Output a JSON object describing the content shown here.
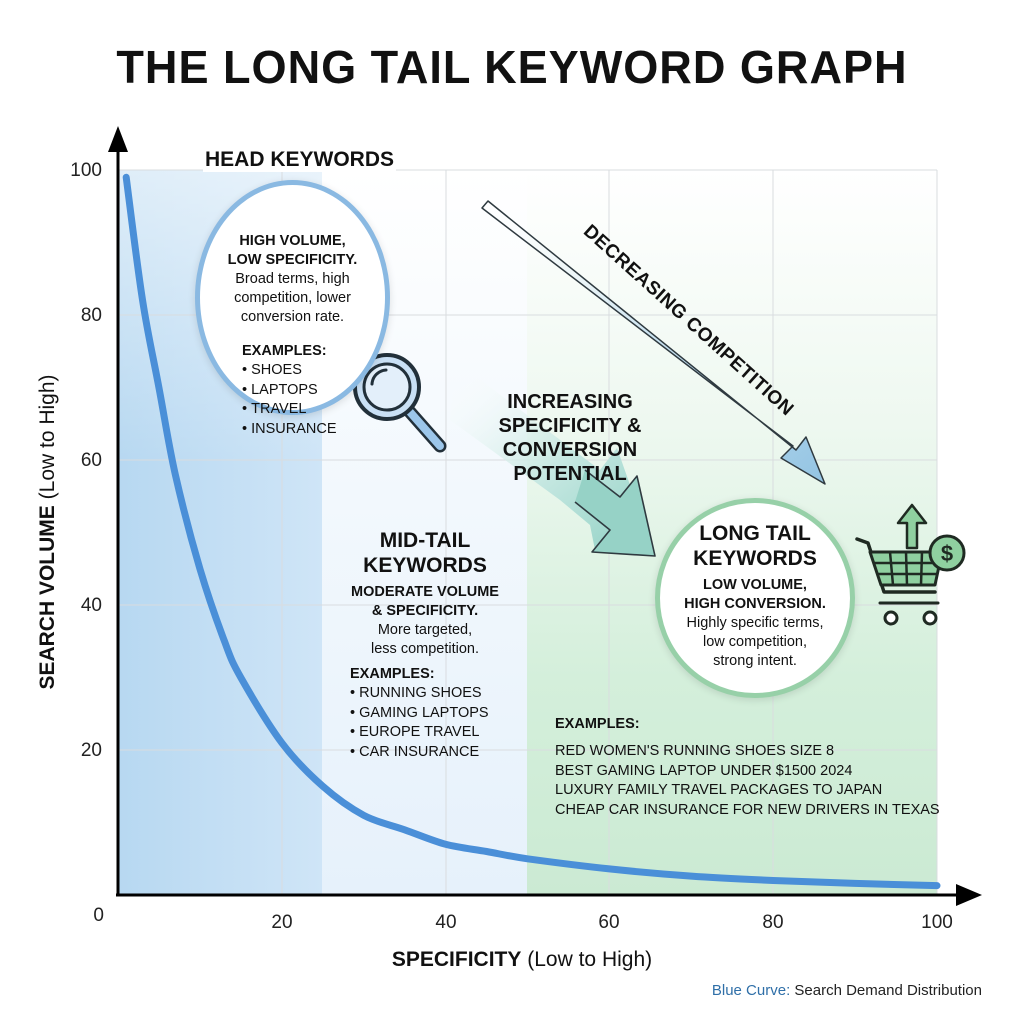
{
  "title": "THE LONG TAIL KEYWORD GRAPH",
  "axes": {
    "y_label_bold": "SEARCH VOLUME",
    "y_label_normal": " (Low to High)",
    "x_label_bold": "SPECIFICITY",
    "x_label_normal": " (Low to High)",
    "y_ticks": [
      "100",
      "80",
      "60",
      "40",
      "20",
      "0"
    ],
    "x_ticks": [
      "20",
      "40",
      "60",
      "80",
      "100"
    ]
  },
  "regions": {
    "head": {
      "title": "HEAD KEYWORDS",
      "headline_1": "HIGH VOLUME,",
      "headline_2": "LOW SPECIFICITY.",
      "desc_1": "Broad terms, high",
      "desc_2": "competition, lower",
      "desc_3": "conversion rate.",
      "examples_label": "EXAMPLES:",
      "examples": [
        "SHOES",
        "LAPTOPS",
        "TRAVEL",
        "INSURANCE"
      ],
      "color": "#bcdcf3"
    },
    "mid": {
      "title_1": "MID-TAIL",
      "title_2": "KEYWORDS",
      "headline_1": "MODERATE VOLUME",
      "headline_2": "& SPECIFICITY.",
      "desc_1": "More targeted,",
      "desc_2": "less competition.",
      "examples_label": "EXAMPLES:",
      "examples": [
        "RUNNING SHOES",
        "GAMING LAPTOPS",
        "EUROPE TRAVEL",
        "CAR INSURANCE"
      ],
      "color": "#e9f3fb"
    },
    "long": {
      "title_1": "LONG TAIL",
      "title_2": "KEYWORDS",
      "headline_1": "LOW VOLUME,",
      "headline_2": "HIGH CONVERSION.",
      "desc_1": "Highly specific terms,",
      "desc_2": "low competition,",
      "desc_3": "strong intent.",
      "examples_label": "EXAMPLES:",
      "examples": [
        "RED WOMEN'S RUNNING SHOES SIZE 8",
        "BEST GAMING LAPTOP UNDER $1500 2024",
        "LUXURY FAMILY TRAVEL PACKAGES TO JAPAN",
        "CHEAP CAR INSURANCE FOR NEW DRIVERS IN TEXAS"
      ],
      "color": "#d3efd9"
    }
  },
  "annotations": {
    "increasing_1": "INCREASING",
    "increasing_2": "SPECIFICITY &",
    "increasing_3": "CONVERSION",
    "increasing_4": "POTENTIAL",
    "decreasing": "DECREASING COMPETITION"
  },
  "icons": {
    "magnifier": "magnifying-glass-icon",
    "cart": "shopping-cart-dollar-icon"
  },
  "legend": {
    "series_name": "Blue Curve",
    "separator": ": ",
    "description": "Search Demand Distribution"
  },
  "colors": {
    "curve": "#4a8fd8",
    "axis": "#000000",
    "grid": "#dddddd",
    "head_ring": "#8ab9e2",
    "long_ring": "#97d0a8",
    "arrow_teal": "#9fd4cb",
    "arrow_blue": "#9ccbe6",
    "cart_green": "#8fd0a0"
  },
  "chart_data": {
    "type": "line",
    "title": "THE LONG TAIL KEYWORD GRAPH",
    "xlabel": "SPECIFICITY (Low to High)",
    "ylabel": "SEARCH VOLUME (Low to High)",
    "xlim": [
      0,
      100
    ],
    "ylim": [
      0,
      100
    ],
    "x_ticks": [
      20,
      40,
      60,
      80,
      100
    ],
    "y_ticks": [
      0,
      20,
      40,
      60,
      80,
      100
    ],
    "grid": true,
    "legend": "Blue Curve: Search Demand Distribution",
    "series": [
      {
        "name": "Search Demand Distribution",
        "x": [
          1,
          3,
          5,
          7,
          10,
          13,
          15,
          20,
          25,
          30,
          35,
          40,
          45,
          50,
          60,
          70,
          80,
          90,
          100
        ],
        "y": [
          99,
          82,
          70,
          58,
          45,
          35,
          30,
          21,
          15,
          11,
          9,
          7,
          6,
          5,
          3.6,
          2.6,
          2,
          1.6,
          1.3
        ]
      }
    ],
    "shaded_regions": [
      {
        "name": "Head Keywords",
        "x_range": [
          0,
          25
        ],
        "color": "#bcdcf3"
      },
      {
        "name": "Mid-Tail Keywords",
        "x_range": [
          25,
          50
        ],
        "color": "#e9f3fb"
      },
      {
        "name": "Long Tail Keywords",
        "x_range": [
          50,
          100
        ],
        "color": "#d3efd9"
      }
    ],
    "annotations": [
      "HEAD KEYWORDS",
      "MID-TAIL KEYWORDS",
      "LONG TAIL KEYWORDS",
      "INCREASING SPECIFICITY & CONVERSION POTENTIAL",
      "DECREASING COMPETITION"
    ]
  }
}
